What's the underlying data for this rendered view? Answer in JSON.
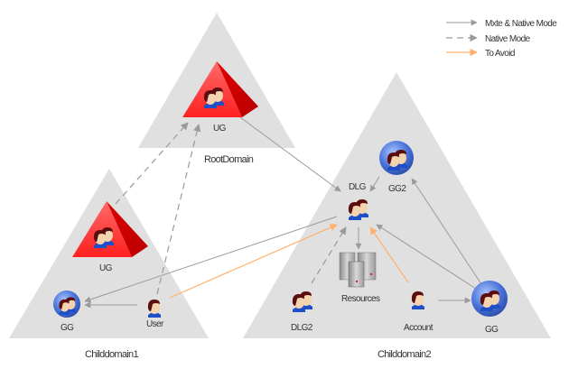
{
  "legend": [
    {
      "label": "Mxte & Native Mode",
      "style": "solid",
      "color": "#999999"
    },
    {
      "label": "Native Mode",
      "style": "dashed",
      "color": "#999999"
    },
    {
      "label": "To Avoid",
      "style": "solid",
      "color": "#ffb06a"
    }
  ],
  "domains": [
    {
      "id": "root",
      "label": "RootDomain"
    },
    {
      "id": "child1",
      "label": "Childdomain1"
    },
    {
      "id": "child2",
      "label": "Childdomain2"
    }
  ],
  "nodes": {
    "root_ug": {
      "label": "UG",
      "type": "universal-group"
    },
    "child1_ug": {
      "label": "UG",
      "type": "universal-group"
    },
    "child1_gg": {
      "label": "GG",
      "type": "global-group"
    },
    "child1_user": {
      "label": "User",
      "type": "user"
    },
    "child2_dlg": {
      "label": "DLG",
      "type": "domain-local-group"
    },
    "child2_gg2": {
      "label": "GG2",
      "type": "global-group"
    },
    "child2_dlg2": {
      "label": "DLG2",
      "type": "domain-local-group"
    },
    "child2_resources": {
      "label": "Resources",
      "type": "servers"
    },
    "child2_account": {
      "label": "Account",
      "type": "user"
    },
    "child2_gg": {
      "label": "GG",
      "type": "global-group"
    }
  },
  "connections": [
    {
      "from": "child1_ug",
      "to": "root_ug",
      "style": "dashed"
    },
    {
      "from": "child1_user",
      "to": "root_ug",
      "style": "dashed"
    },
    {
      "from": "root_ug",
      "to": "child2_dlg",
      "style": "solid"
    },
    {
      "from": "child1_user",
      "to": "child1_gg",
      "style": "solid"
    },
    {
      "from": "child2_dlg",
      "to": "child1_gg",
      "style": "solid"
    },
    {
      "from": "child1_user",
      "to": "child2_dlg",
      "style": "avoid"
    },
    {
      "from": "child2_gg2",
      "to": "child2_dlg",
      "style": "solid"
    },
    {
      "from": "child2_gg",
      "to": "child2_gg2",
      "style": "solid"
    },
    {
      "from": "child2_gg",
      "to": "child2_dlg",
      "style": "solid"
    },
    {
      "from": "child2_dlg",
      "to": "child2_resources",
      "style": "solid"
    },
    {
      "from": "child2_dlg2",
      "to": "child2_dlg",
      "style": "dashed"
    },
    {
      "from": "child2_account",
      "to": "child2_dlg",
      "style": "avoid"
    },
    {
      "from": "child2_account",
      "to": "child2_gg",
      "style": "solid"
    }
  ]
}
